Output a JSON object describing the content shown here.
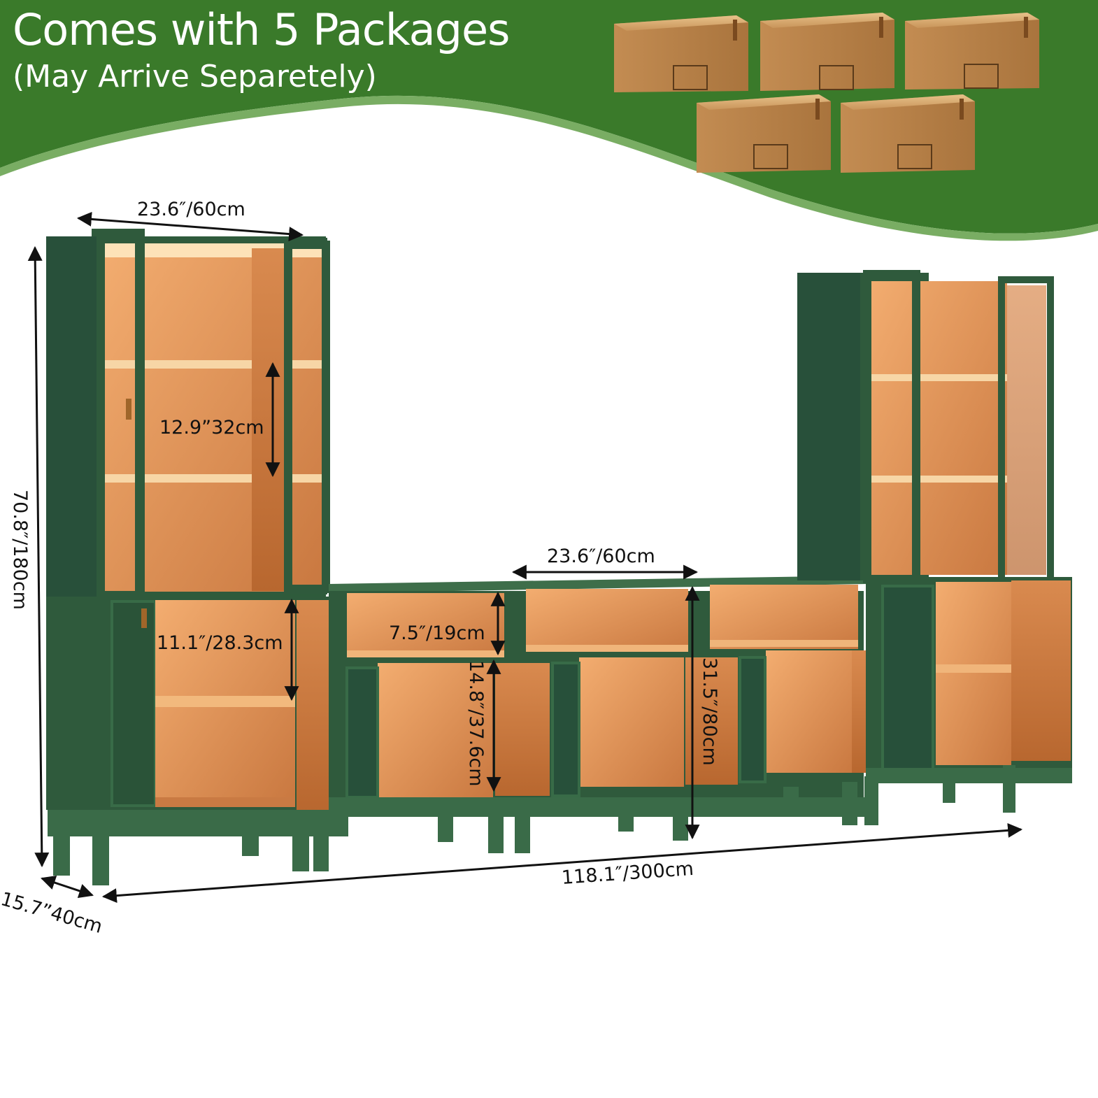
{
  "banner": {
    "title": "Comes with 5 Packages",
    "subtitle": "(May Arrive Separetely)",
    "package_count": 5
  },
  "dimensions": {
    "top_width": "23.6″/60cm",
    "shelf_gap_top": "12.9”32cm",
    "cabinet_gap_left": "11.1″/28.3cm",
    "overall_height": "70.8″/180cm",
    "depth": "15.7”40cm",
    "open_shelf_height": "7.5″/19cm",
    "lower_cabinet_height": "14.8″/37.6cm",
    "middle_width": "23.6″/60cm",
    "middle_height": "31.5″/80cm",
    "overall_width": "118.1″/300cm"
  },
  "colors": {
    "banner_green": "#3f7d2c",
    "banner_light": "#6ea358",
    "cabinet_green": "#2f5a3c",
    "wood": "#d9874f",
    "box_cardboard": "#c99558"
  }
}
